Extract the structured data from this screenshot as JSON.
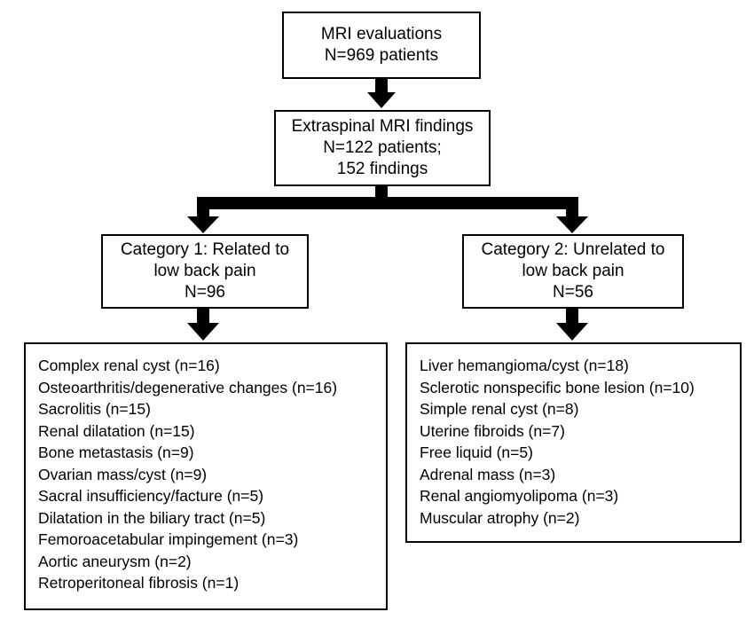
{
  "top": {
    "line1": "MRI evaluations",
    "line2": "N=969 patients"
  },
  "extraspinal": {
    "line1": "Extraspinal MRI findings",
    "line2": "N=122 patients;",
    "line3": "152 findings"
  },
  "cat1": {
    "line1": "Category 1: Related to",
    "line2": "low back pain",
    "line3": "N=96"
  },
  "cat2": {
    "line1": "Category 2: Unrelated to",
    "line2": "low back pain",
    "line3": "N=56"
  },
  "cat1_findings": [
    "Complex renal cyst (n=16)",
    "Osteoarthritis/degenerative changes (n=16)",
    "Sacrolitis (n=15)",
    "Renal dilatation (n=15)",
    "Bone metastasis (n=9)",
    "Ovarian mass/cyst (n=9)",
    "Sacral insufficiency/facture (n=5)",
    "Dilatation in the biliary tract (n=5)",
    "Femoroacetabular impingement (n=3)",
    "Aortic aneurysm (n=2)",
    "Retroperitoneal fibrosis (n=1)"
  ],
  "cat2_findings": [
    "Liver hemangioma/cyst (n=18)",
    "Sclerotic nonspecific bone lesion (n=10)",
    "Simple renal cyst (n=8)",
    "Uterine fibroids (n=7)",
    "Free liquid (n=5)",
    "Adrenal mass (n=3)",
    "Renal angiomyolipoma (n=3)",
    "Muscular atrophy (n=2)"
  ]
}
